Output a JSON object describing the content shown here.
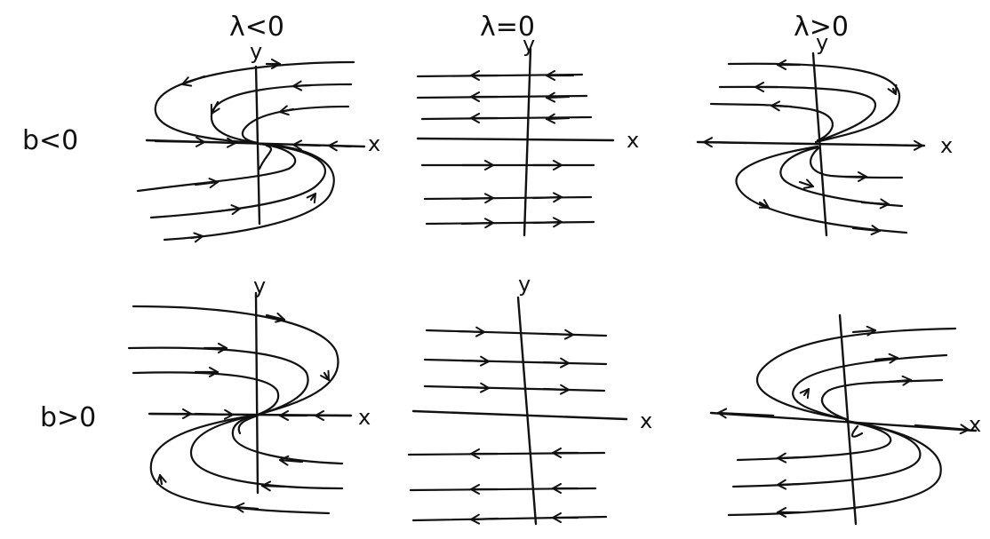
{
  "columns": [
    {
      "key": "lam_neg",
      "label": "λ<0"
    },
    {
      "key": "lam_zero",
      "label": "λ=0"
    },
    {
      "key": "lam_pos",
      "label": "λ>0"
    }
  ],
  "rows": [
    {
      "key": "b_neg",
      "label": "b<0"
    },
    {
      "key": "b_pos",
      "label": "b>0"
    }
  ],
  "axis_labels": {
    "x": "x",
    "y": "y"
  },
  "panels": [
    {
      "row": "b_neg",
      "col": "lam_neg",
      "description_kind": "stable-degenerate-node"
    },
    {
      "row": "b_neg",
      "col": "lam_zero",
      "description_kind": "shear-flow"
    },
    {
      "row": "b_neg",
      "col": "lam_pos",
      "description_kind": "unstable-degenerate-node"
    },
    {
      "row": "b_pos",
      "col": "lam_neg",
      "description_kind": "stable-degenerate-node"
    },
    {
      "row": "b_pos",
      "col": "lam_zero",
      "description_kind": "shear-flow"
    },
    {
      "row": "b_pos",
      "col": "lam_pos",
      "description_kind": "unstable-degenerate-node"
    }
  ]
}
